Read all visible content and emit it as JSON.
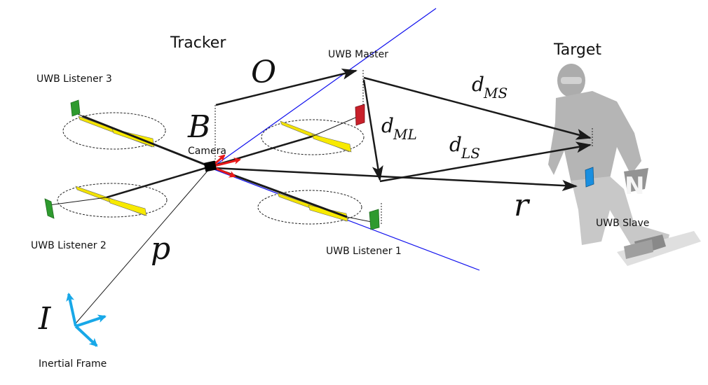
{
  "labels": {
    "tracker": "Tracker",
    "target": "Target",
    "uwb_master": "UWB Master",
    "uwb_slave": "UWB Slave",
    "uwb_listener_1": "UWB Listener 1",
    "uwb_listener_2": "UWB Listener 2",
    "uwb_listener_3": "UWB Listener 3",
    "camera": "Camera",
    "inertial_frame": "Inertial Frame"
  },
  "symbols": {
    "o": "O",
    "B": "B",
    "p": "p",
    "I": "I",
    "r": "r",
    "d_ml_main": "d",
    "d_ml_sub": "ML",
    "d_ms_main": "d",
    "d_ms_sub": "MS",
    "d_ls_main": "d",
    "d_ls_sub": "LS"
  },
  "colors": {
    "vector_black": "#1a1a1a",
    "line_blue": "#1010ee",
    "frame_cyan": "#18a8e8",
    "camera_axes_red": "#e81818",
    "propeller_yellow": "#f2e200",
    "listener_green": "#2e9a2e",
    "master_red": "#c8202a",
    "slave_blue": "#1a8fe0"
  }
}
